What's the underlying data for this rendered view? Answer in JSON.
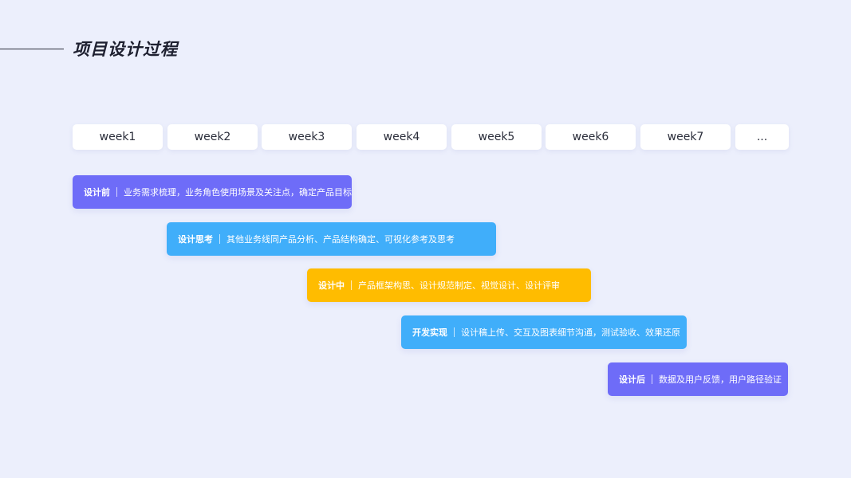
{
  "header": {
    "title": "项目设计过程"
  },
  "weeks": [
    "week1",
    "week2",
    "week3",
    "week4",
    "week5",
    "week6",
    "week7",
    "..."
  ],
  "phases": [
    {
      "name": "设计前",
      "desc": "业务需求梳理，业务角色使用场景及关注点，确定产品目标",
      "color": "#6E6CF8"
    },
    {
      "name": "设计思考",
      "desc": "其他业务线同产品分析、产品结构确定、可视化参考及思考",
      "color": "#40AEFA"
    },
    {
      "name": "设计中",
      "desc": "产品框架构思、设计规范制定、视觉设计、设计评审",
      "color": "#FFBC00"
    },
    {
      "name": "开发实现",
      "desc": "设计稿上传、交互及图表细节沟通，测试验收、效果还原",
      "color": "#40AEFA"
    },
    {
      "name": "设计后",
      "desc": "数据及用户反馈，用户路径验证",
      "color": "#6E6CF8"
    }
  ]
}
